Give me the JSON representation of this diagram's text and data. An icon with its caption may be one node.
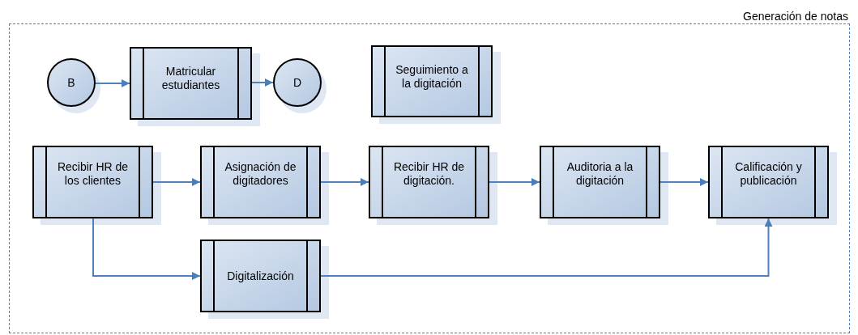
{
  "diagram": {
    "nodes": [
      {
        "text": [
          "Generación de notas"
        ]
      },
      {
        "text": [
          "B"
        ],
        "in": 0
      },
      {
        "text": [
          "Matricular estudiantes"
        ],
        "in": 0
      },
      {
        "text": [
          "D"
        ],
        "in": 0
      },
      {
        "text": [
          "Seguimiento a la digitación"
        ],
        "in": 0
      },
      {
        "text": [
          "Recibir HR de los clientes"
        ],
        "in": 0
      },
      {
        "text": [
          "Asignación de digitadores"
        ],
        "in": 0
      },
      {
        "text": [
          "Recibir HR de digitación."
        ],
        "in": 0
      },
      {
        "text": [
          "Auditoria a la digitación"
        ],
        "in": 0
      },
      {
        "text": [
          "Calificación y publicación"
        ],
        "in": 0
      },
      {
        "text": [
          "Digitalización"
        ],
        "in": 0
      }
    ],
    "edges": [
      {
        "from": 1,
        "to": 2,
        "arrow": "to"
      },
      {
        "from": 2,
        "to": 3,
        "arrow": "to"
      },
      {
        "from": 5,
        "to": 6,
        "arrow": "to"
      },
      {
        "from": 6,
        "to": 7,
        "arrow": "to"
      },
      {
        "from": 7,
        "to": 8,
        "arrow": "to"
      },
      {
        "from": 8,
        "to": 9,
        "arrow": "to"
      },
      {
        "from": 5,
        "to": 10,
        "arrow": "to"
      },
      {
        "from": 10,
        "to": 9,
        "arrow": "to"
      }
    ]
  }
}
